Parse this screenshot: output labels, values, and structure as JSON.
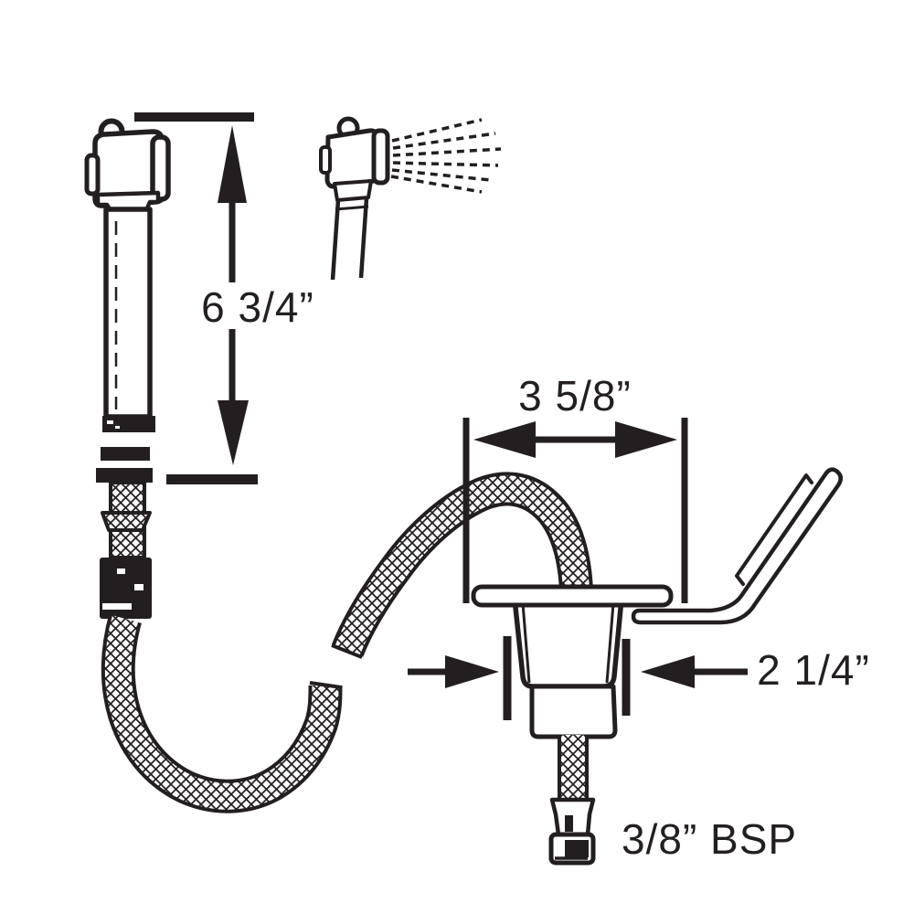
{
  "diagram": {
    "title": "Pull-out spray faucet installation dimension drawing",
    "style": "black-and-white technical line art",
    "ink_color": "#231f20",
    "background_color": "#ffffff",
    "parts": [
      "sprayer-handset-side-view",
      "sprayer-handset-spraying-view",
      "braided-supply-hose",
      "deck-flange-and-recessed-cup",
      "hose-tail-with-nut",
      "stowage-bracket-clip"
    ],
    "labels": {
      "handset_height": "6 3/4”",
      "cutout_width": "3 5/8”",
      "cup_diameter": "2 1/4”",
      "thread_size": "3/8” BSP"
    }
  }
}
